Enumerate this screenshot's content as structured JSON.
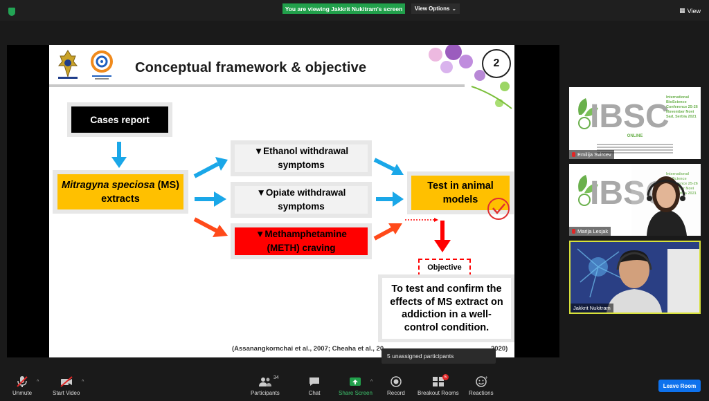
{
  "top_bar": {
    "viewing_banner": "You are viewing Jakkrit Nukitram's screen",
    "view_options": "View Options",
    "view_button": "View"
  },
  "slide": {
    "title": "Conceptual framework & objective",
    "number": "2",
    "cases_report": "Cases report",
    "ms_italic": "Mitragyna speciosa",
    "ms_rest": " (MS)",
    "ms_line2": "extracts",
    "ethanol_line1": "▼Ethanol withdrawal",
    "ethanol_line2": "symptoms",
    "opiate_line1": "▼Opiate withdrawal",
    "opiate_line2": "symptoms",
    "meth_line1": "▼Methamphetamine",
    "meth_line2": "(METH) craving",
    "test_line1": "Test in animal",
    "test_line2": "models",
    "objective_label": "Objective",
    "objective_lines": [
      "To test and confirm the",
      "effects of MS extract on",
      "addiction in a well-",
      "control condition."
    ],
    "reference": "(Assanangkornchai et al., 2007; Cheaha et al., 20",
    "reference_tail": "2020)",
    "colors": {
      "orange": "#ffc000",
      "red": "#ff0000",
      "blue_arrow": "#1aa7e8",
      "red_arrow": "#ff4a1a"
    }
  },
  "popup": {
    "text": "5 unassigned participants"
  },
  "participants": [
    {
      "name": "Emilija Svircev",
      "conf_text": "International BioScience Conference 25-26 November Novi Sad, Serbia 2021",
      "online": "ONLINE"
    },
    {
      "name": "Marija Lesjak",
      "conf_text": "International BioScience Conference 25-26 November Novi Sad, Serbia 2021"
    },
    {
      "name": "Jakkrit Nukitram"
    }
  ],
  "toolbar": {
    "unmute": "Unmute",
    "start_video": "Start Video",
    "participants": "Participants",
    "participants_count": "34",
    "chat": "Chat",
    "share_screen": "Share Screen",
    "record": "Record",
    "breakout_rooms": "Breakout Rooms",
    "breakout_badge": "5",
    "reactions": "Reactions",
    "leave_room": "Leave Room"
  }
}
